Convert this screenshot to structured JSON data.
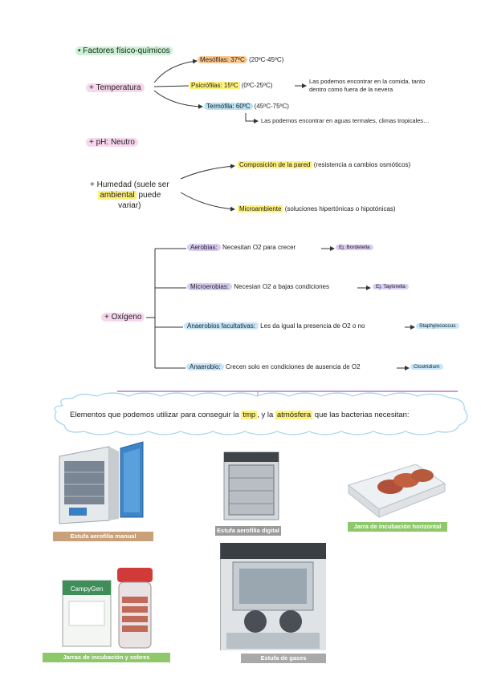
{
  "factors_header": "Factores físico-químicos",
  "temperature": {
    "label": "Temperatura",
    "mesofilas_term": "Mesófilas: 37ºC",
    "mesofilas_range": "(20ºC-45ºC)",
    "psicrofilas_term": "Psicrófilas: 15ºC",
    "psicrofilas_range": "(0ºC-25ºC)",
    "psicrofilas_note_line1": "Las podemos encontrar en la comida, tanto",
    "psicrofilas_note_line2": "dentro como fuera de la nevera",
    "termofila_term": "Termófila: 60ºC",
    "termofila_range": "(45ºC-75ºC)",
    "termofila_note": "Las podemos encontrar en aguas termales, climas tropicales…"
  },
  "ph": {
    "label": "pH: Neutro"
  },
  "humidity": {
    "label_line1_a": "Humedad",
    "label_line1_b": "(suele ser",
    "label_line2_hl": "ambiental",
    "label_line2_b": "puede",
    "label_line3": "variar)",
    "wall_term": "Composición de la pared",
    "wall_desc": "(resistencia a cambios osmóticos)",
    "micro_term": "Microambiente",
    "micro_desc": "(soluciones hipertónicas o hipotónicas)"
  },
  "oxygen": {
    "label": "Oxígeno",
    "items": [
      {
        "term": "Aerobias:",
        "desc": "Necesitan O2 para crecer",
        "example": "Ej. Bordetella"
      },
      {
        "term": "Microerobias:",
        "desc": "Necesian O2 a bajas condiciones",
        "example": "Ej. Taylorella"
      },
      {
        "term": "Anaerobios facultativas:",
        "desc": "Les da igual la presencia de O2 o no",
        "example": "Staphylococcus"
      },
      {
        "term": "Anaerobio:",
        "desc": "Crecen solo en condiciones de ausencia de O2",
        "example": "Clostridium"
      }
    ]
  },
  "cloud": {
    "text_a": "Elementos que podemos utilizar para conseguir la",
    "text_tmp": "tmp",
    "text_b": ", y la",
    "text_atm": "atmósfera",
    "text_c": "que las bacterias necesitan:"
  },
  "equipment": [
    {
      "caption": "Estufa aerofilia manual"
    },
    {
      "caption": "Estufa aerofilia digital"
    },
    {
      "caption": "Jarra de incubación horizontal"
    },
    {
      "caption": "Jarras de incubación y sobres"
    },
    {
      "caption": "Estufa de gases"
    }
  ],
  "sachet_brand": "CampyGen",
  "colors": {
    "green_hl": "#c9f1d2",
    "pink_hl": "#f7d7ee",
    "orange_hl": "#f9c892",
    "yellow_hl": "#fff27a",
    "divider": "#b07cc0",
    "caption_bg": "#c9a07a"
  }
}
